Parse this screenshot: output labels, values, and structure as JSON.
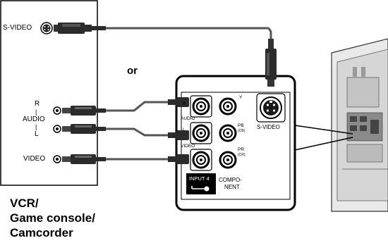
{
  "device": {
    "svideo_label": "S-VIDEO",
    "audio_r": "R",
    "audio_label": "AUDIO",
    "audio_l": "L",
    "video_label": "VIDEO"
  },
  "or_label": "or",
  "panel": {
    "jack_r": "R",
    "audio_label": "AUDIO",
    "jack_l": "L",
    "video_label": "VIDEO",
    "jack_y": "Y",
    "jack_pb": "PB",
    "jack_pb_sub": "(CB)",
    "jack_pr": "PR",
    "jack_pr_sub": "(CR)",
    "input_label": "INPUT 4",
    "component_line1": "COMPO-",
    "component_line2": "NENT",
    "svideo_label": "S-VIDEO"
  },
  "caption": {
    "line1": "VCR/",
    "line2": "Game console/",
    "line3": "Camcorder"
  }
}
